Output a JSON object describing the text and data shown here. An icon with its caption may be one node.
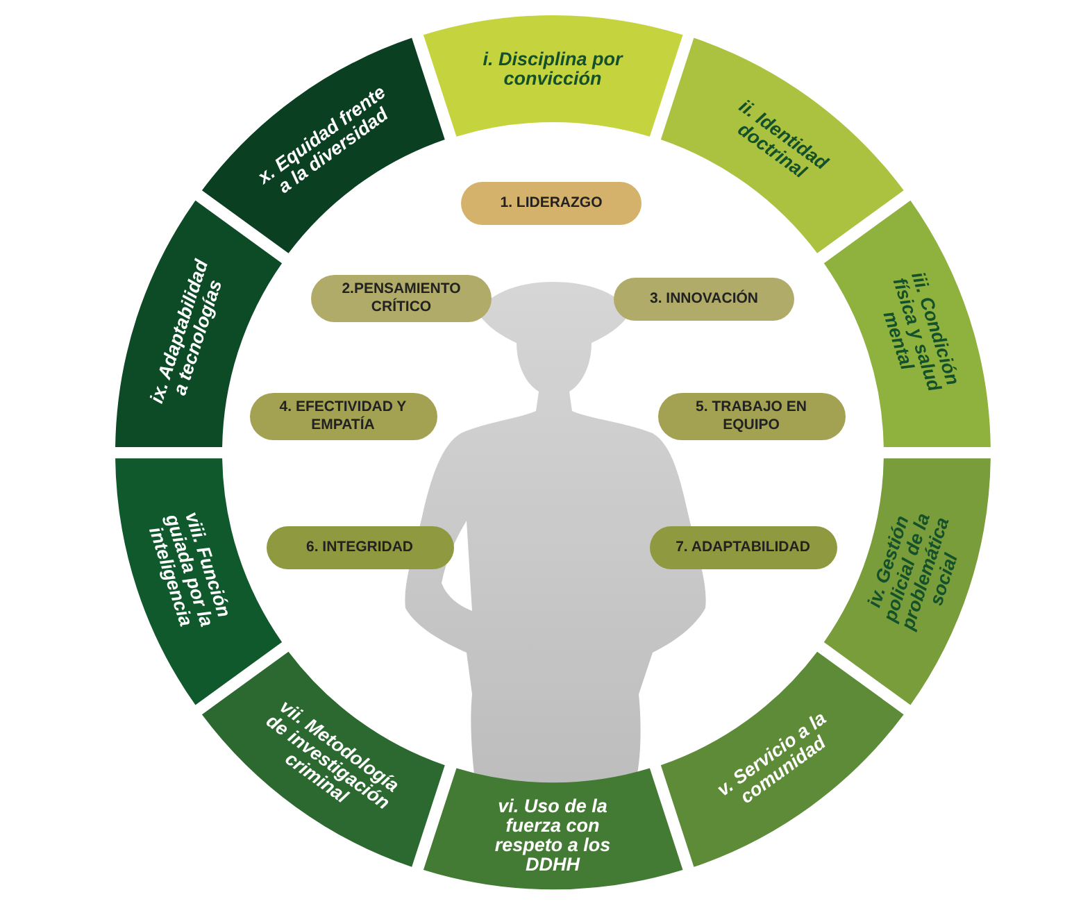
{
  "diagram": {
    "nodes": [
      {
        "text": [
          "i. Disciplina por convicción"
        ]
      },
      {
        "text": [
          "ii. Identidad doctrinal"
        ]
      },
      {
        "text": [
          "iii. Condición física y salud mental"
        ]
      },
      {
        "text": [
          "iv. Gestión policial de la problemática social"
        ]
      },
      {
        "text": [
          "v. Servicio a la comunidad"
        ]
      },
      {
        "text": [
          "vi. Uso de la fuerza con respeto a los DDHH"
        ]
      },
      {
        "text": [
          "vii. Metodología de investigación criminal"
        ]
      },
      {
        "text": [
          "viii. Función guiada por la inteligencia"
        ]
      },
      {
        "text": [
          "ix. Adaptabilidad a tecnologías"
        ]
      },
      {
        "text": [
          "x. Equidad frente a la diversidad"
        ]
      },
      {
        "text": [
          "1. LIDERAZGO"
        ]
      },
      {
        "text": [
          "2.PENSAMIENTO CRÍTICO"
        ]
      },
      {
        "text": [
          "3. INNOVACIÓN"
        ]
      },
      {
        "text": [
          "4. EFECTIVIDAD Y EMPATÍA"
        ]
      },
      {
        "text": [
          "5. TRABAJO EN EQUIPO"
        ]
      },
      {
        "text": [
          "6. INTEGRIDAD"
        ]
      },
      {
        "text": [
          "7. ADAPTABILIDAD"
        ]
      }
    ]
  }
}
